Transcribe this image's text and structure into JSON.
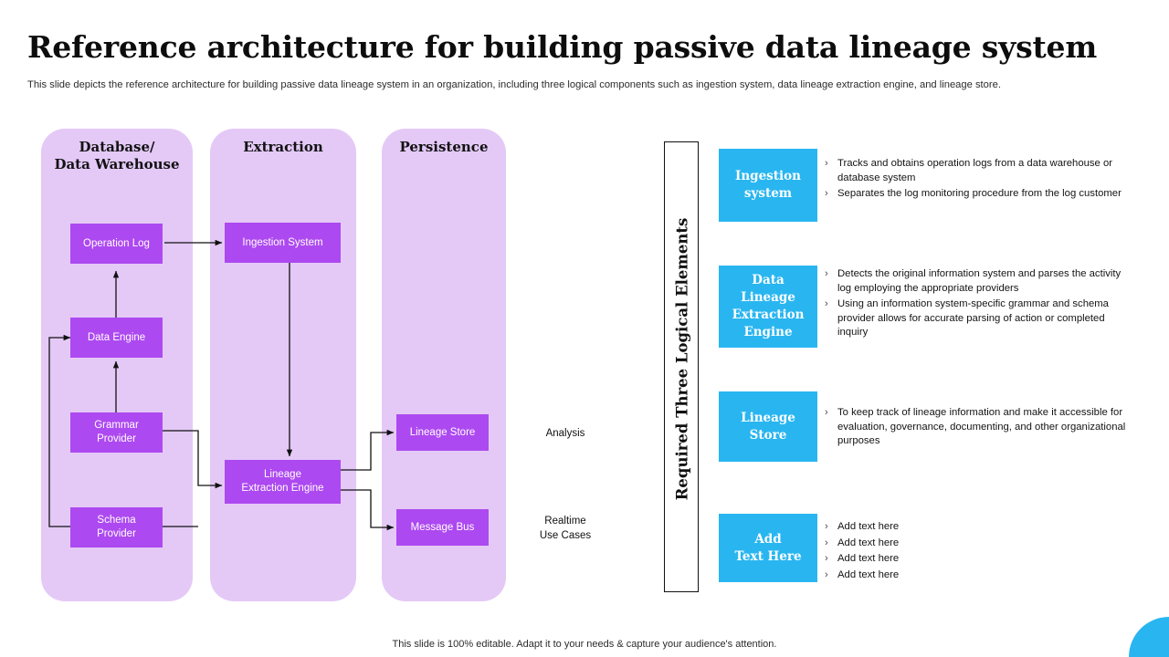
{
  "header": {
    "title": "Reference architecture for building passive data lineage system",
    "subtitle": "This slide depicts the reference architecture for building passive data lineage system in an organization, including three logical components such as ingestion system, data lineage extraction engine, and lineage store."
  },
  "columns": [
    {
      "title_line1": "Database/",
      "title_line2": "Data Warehouse"
    },
    {
      "title_line1": "Extraction",
      "title_line2": ""
    },
    {
      "title_line1": "Persistence",
      "title_line2": ""
    }
  ],
  "nodes": {
    "operation_log": "Operation Log",
    "data_engine": "Data Engine",
    "grammar_provider_l1": "Grammar",
    "grammar_provider_l2": "Provider",
    "schema_provider_l1": "Schema",
    "schema_provider_l2": "Provider",
    "ingestion_system": "Ingestion System",
    "lineage_extraction_engine_l1": "Lineage",
    "lineage_extraction_engine_l2": "Extraction Engine",
    "lineage_store": "Lineage Store",
    "message_bus": "Message Bus"
  },
  "outputs": {
    "analysis": "Analysis",
    "realtime_l1": "Realtime",
    "realtime_l2": "Use Cases"
  },
  "right_panel": {
    "band_label": "Required Three Logical Elements",
    "items": [
      {
        "box_line1": "Ingestion",
        "box_line2": "system",
        "bullets": [
          "Tracks and obtains operation logs from a data warehouse or database system",
          "Separates the log monitoring procedure from the log customer"
        ]
      },
      {
        "box_line1": "Data",
        "box_line2": "Lineage",
        "box_line3": "Extraction",
        "box_line4": "Engine",
        "bullets": [
          "Detects the original information system and parses the activity log employing the appropriate providers",
          "Using an information system-specific grammar and schema provider allows for accurate parsing of action or completed inquiry"
        ]
      },
      {
        "box_line1": "Lineage",
        "box_line2": "Store",
        "bullets": [
          "To keep track of lineage information and make it accessible for evaluation, governance, documenting, and other organizational purposes"
        ]
      },
      {
        "box_line1": "Add",
        "box_line2": "Text Here",
        "bullets": [
          "Add text here",
          "Add text here",
          "Add text here",
          "Add text here"
        ]
      }
    ]
  },
  "footer": {
    "note": "This slide is 100% editable. Adapt it to your needs & capture your audience's attention."
  },
  "colors": {
    "column_bg": "#e4c9f7",
    "node_purple": "#ad49f0",
    "accent_blue": "#29b6f0"
  }
}
